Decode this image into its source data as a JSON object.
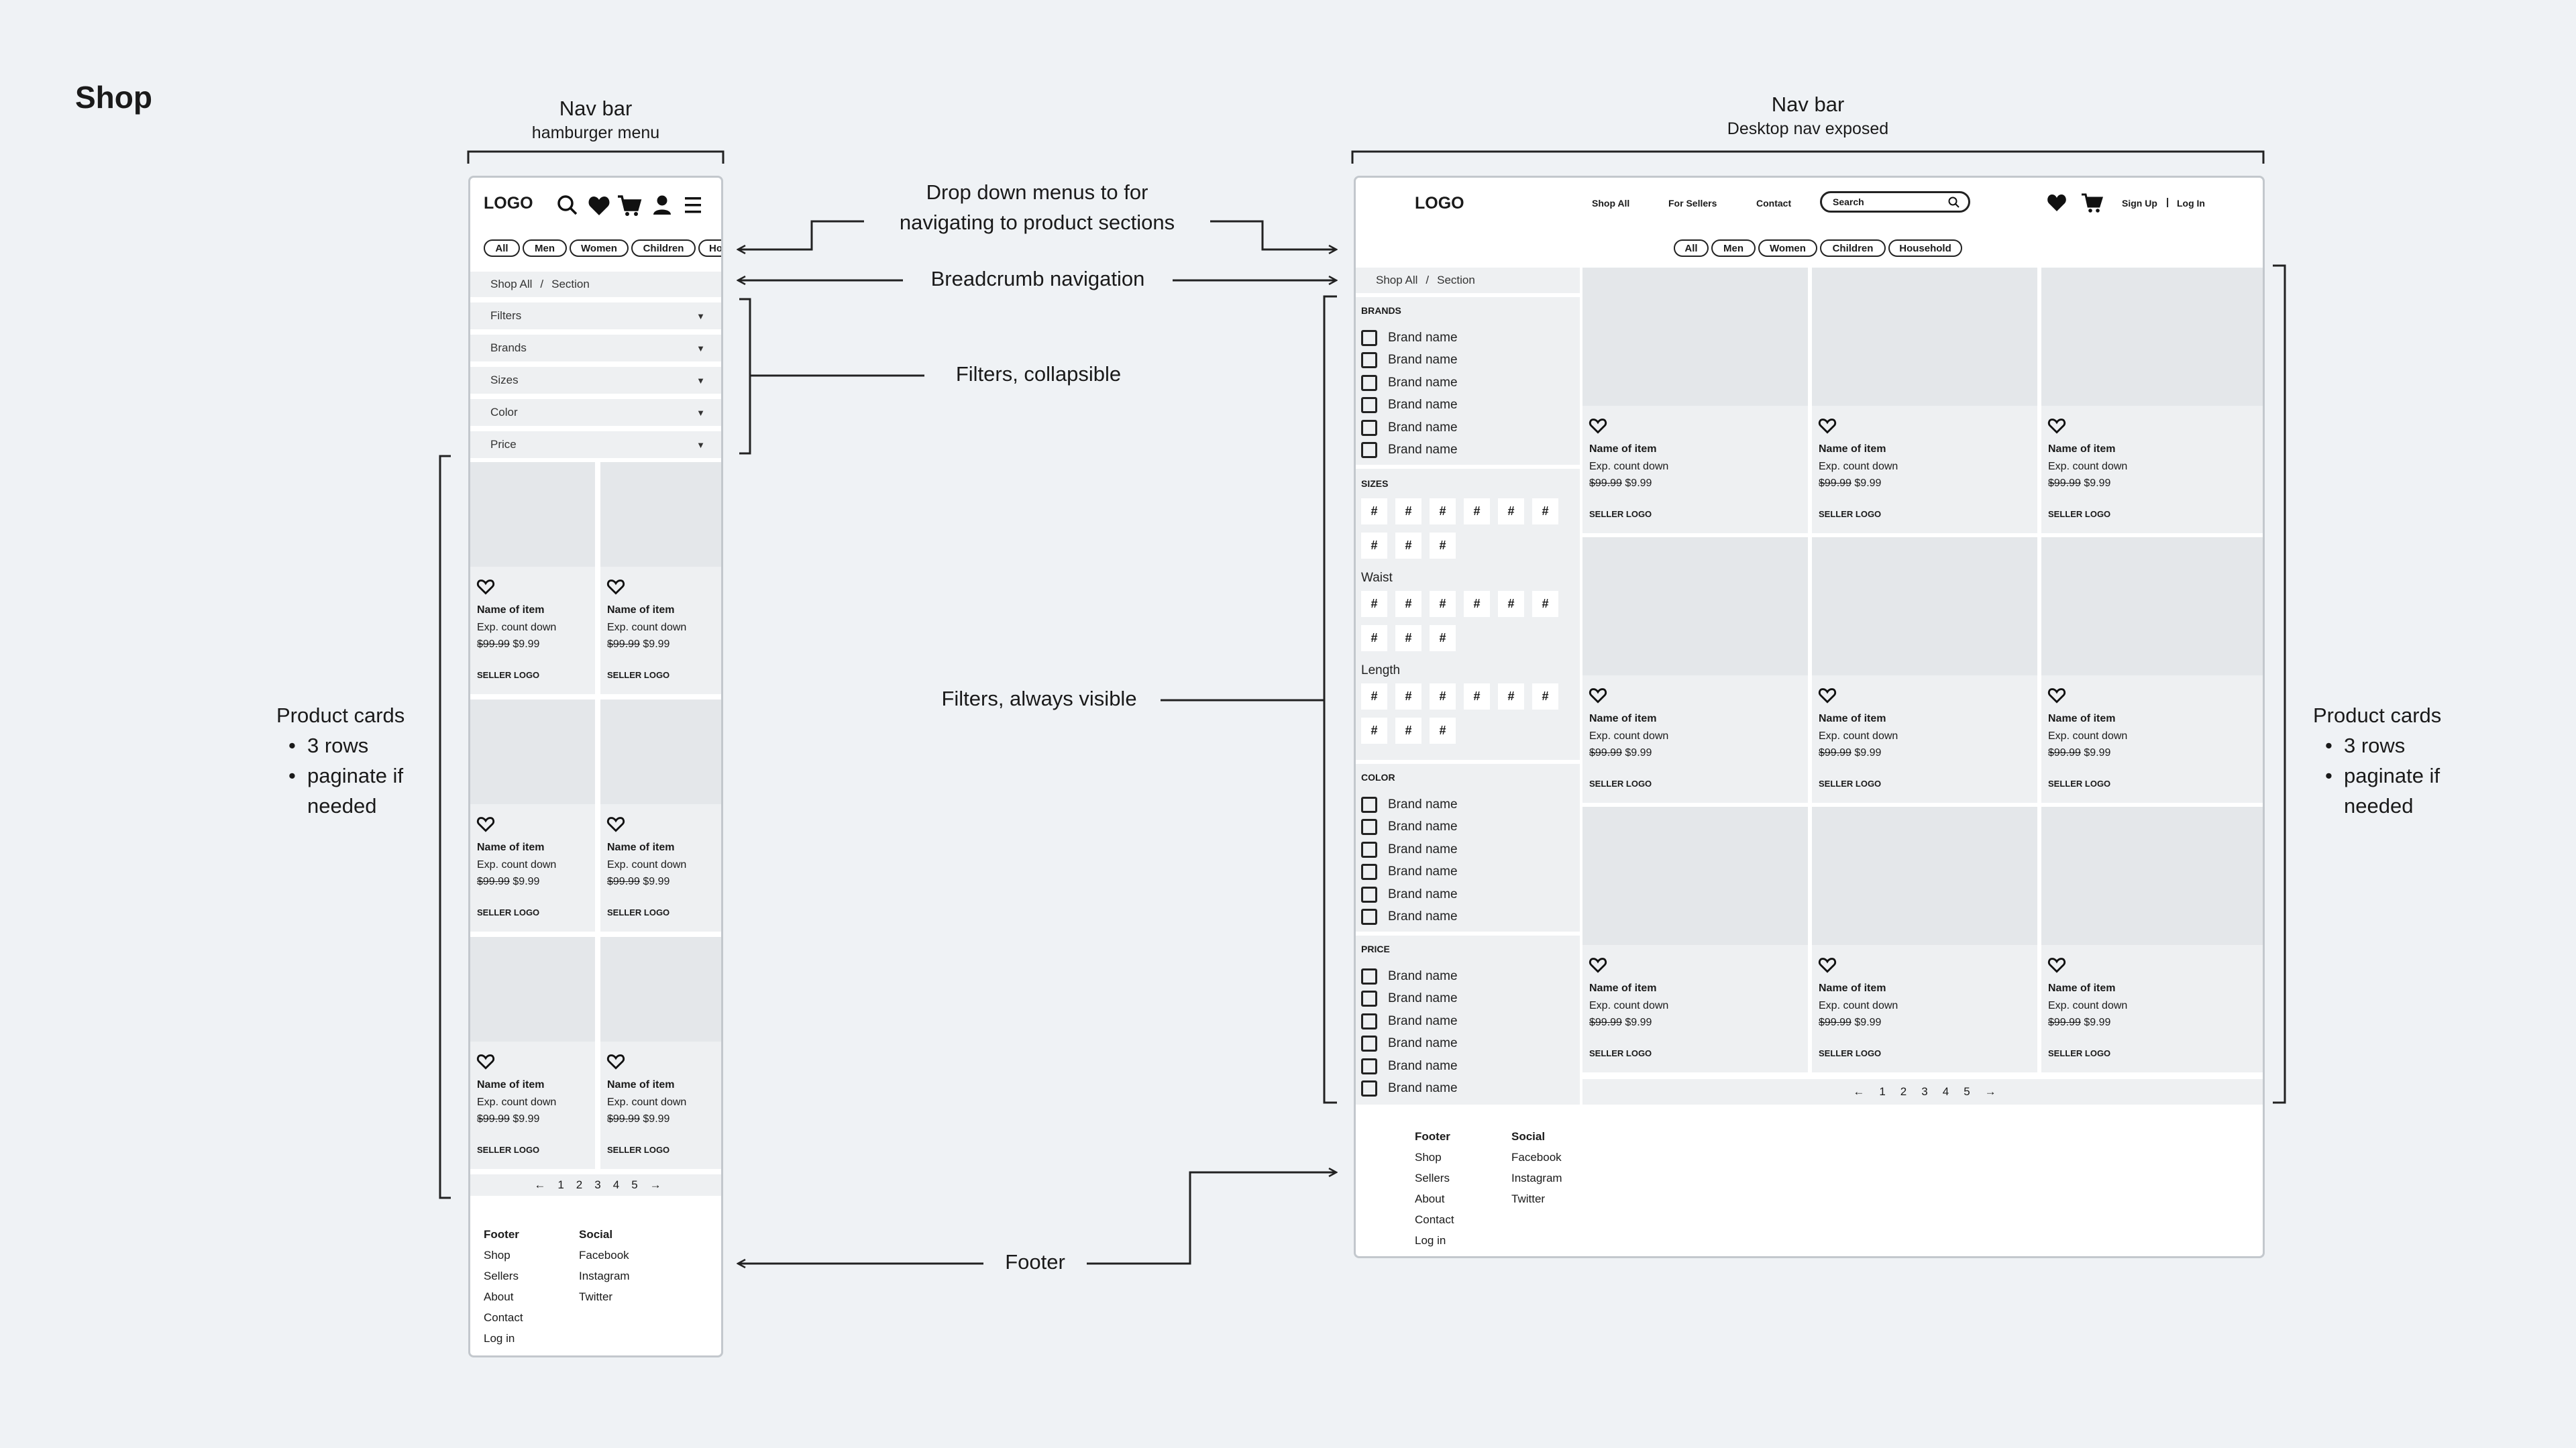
{
  "page_title": "Shop",
  "annotations": {
    "mobile_nav_title": "Nav bar",
    "mobile_nav_sub": "hamburger menu",
    "desktop_nav_title": "Nav bar",
    "desktop_nav_sub": "Desktop nav exposed",
    "dropdown_line1": "Drop down menus to for",
    "dropdown_line2": "navigating to product sections",
    "breadcrumb": "Breadcrumb navigation",
    "filters_collapsible": "Filters, collapsible",
    "filters_visible": "Filters, always visible",
    "footer": "Footer",
    "product_cards_title": "Product cards",
    "product_cards_bullets": [
      "3 rows",
      "paginate if",
      "needed"
    ]
  },
  "mobile": {
    "logo": "LOGO",
    "icons": [
      "search-icon",
      "heart-icon",
      "cart-icon",
      "user-icon",
      "hamburger-icon"
    ],
    "categories": [
      "All",
      "Men",
      "Women",
      "Children",
      "Ho"
    ],
    "breadcrumb": [
      "Shop All",
      "/",
      "Section"
    ],
    "filters": [
      "Filters",
      "Brands",
      "Sizes",
      "Color",
      "Price"
    ],
    "dropdown_glyph": "▼",
    "cards": [
      {
        "name": "Name of item",
        "sub": "Exp. count down",
        "old_price": "$99.99",
        "price": "$9.99",
        "seller": "SELLER LOGO"
      },
      {
        "name": "Name of item",
        "sub": "Exp. count down",
        "old_price": "$99.99",
        "price": "$9.99",
        "seller": "SELLER LOGO"
      },
      {
        "name": "Name of item",
        "sub": "Exp. count down",
        "old_price": "$99.99",
        "price": "$9.99",
        "seller": "SELLER LOGO"
      },
      {
        "name": "Name of item",
        "sub": "Exp. count down",
        "old_price": "$99.99",
        "price": "$9.99",
        "seller": "SELLER LOGO"
      },
      {
        "name": "Name of item",
        "sub": "Exp. count down",
        "old_price": "$99.99",
        "price": "$9.99",
        "seller": "SELLER LOGO"
      },
      {
        "name": "Name of item",
        "sub": "Exp. count down",
        "old_price": "$99.99",
        "price": "$9.99",
        "seller": "SELLER LOGO"
      }
    ],
    "pagination": [
      "←",
      "1",
      "2",
      "3",
      "4",
      "5",
      "→"
    ],
    "footer": {
      "title": "Footer",
      "links": [
        "Shop",
        "Sellers",
        "About",
        "Contact",
        "Log in"
      ]
    },
    "social": {
      "title": "Social",
      "links": [
        "Facebook",
        "Instagram",
        "Twitter"
      ]
    }
  },
  "desktop": {
    "logo": "LOGO",
    "nav_links": [
      "Shop All",
      "For Sellers",
      "Contact"
    ],
    "search_placeholder": "Search",
    "sign_up": "Sign Up",
    "divider": "|",
    "log_in": "Log In",
    "categories": [
      "All",
      "Men",
      "Women",
      "Children",
      "Household"
    ],
    "breadcrumb": [
      "Shop All",
      "/",
      "Section"
    ],
    "brands": {
      "title": "BRANDS",
      "items": [
        "Brand name",
        "Brand name",
        "Brand name",
        "Brand name",
        "Brand name",
        "Brand name"
      ]
    },
    "sizes": {
      "title": "SIZES",
      "waist": "Waist",
      "length": "Length",
      "glyph": "#"
    },
    "color": {
      "title": "COLOR",
      "items": [
        "Brand name",
        "Brand name",
        "Brand name",
        "Brand name",
        "Brand name",
        "Brand name"
      ]
    },
    "price": {
      "title": "PRICE",
      "items": [
        "Brand name",
        "Brand name",
        "Brand name",
        "Brand name",
        "Brand name",
        "Brand name"
      ]
    },
    "cards": [
      {
        "name": "Name of item",
        "sub": "Exp. count down",
        "old_price": "$99.99",
        "price": "$9.99",
        "seller": "SELLER LOGO"
      },
      {
        "name": "Name of item",
        "sub": "Exp. count down",
        "old_price": "$99.99",
        "price": "$9.99",
        "seller": "SELLER LOGO"
      },
      {
        "name": "Name of item",
        "sub": "Exp. count down",
        "old_price": "$99.99",
        "price": "$9.99",
        "seller": "SELLER LOGO"
      },
      {
        "name": "Name of item",
        "sub": "Exp. count down",
        "old_price": "$99.99",
        "price": "$9.99",
        "seller": "SELLER LOGO"
      },
      {
        "name": "Name of item",
        "sub": "Exp. count down",
        "old_price": "$99.99",
        "price": "$9.99",
        "seller": "SELLER LOGO"
      },
      {
        "name": "Name of item",
        "sub": "Exp. count down",
        "old_price": "$99.99",
        "price": "$9.99",
        "seller": "SELLER LOGO"
      },
      {
        "name": "Name of item",
        "sub": "Exp. count down",
        "old_price": "$99.99",
        "price": "$9.99",
        "seller": "SELLER LOGO"
      },
      {
        "name": "Name of item",
        "sub": "Exp. count down",
        "old_price": "$99.99",
        "price": "$9.99",
        "seller": "SELLER LOGO"
      },
      {
        "name": "Name of item",
        "sub": "Exp. count down",
        "old_price": "$99.99",
        "price": "$9.99",
        "seller": "SELLER LOGO"
      }
    ],
    "pagination": [
      "←",
      "1",
      "2",
      "3",
      "4",
      "5",
      "→"
    ],
    "footer": {
      "title": "Footer",
      "links": [
        "Shop",
        "Sellers",
        "About",
        "Contact",
        "Log in"
      ]
    },
    "social": {
      "title": "Social",
      "links": [
        "Facebook",
        "Instagram",
        "Twitter"
      ]
    }
  }
}
